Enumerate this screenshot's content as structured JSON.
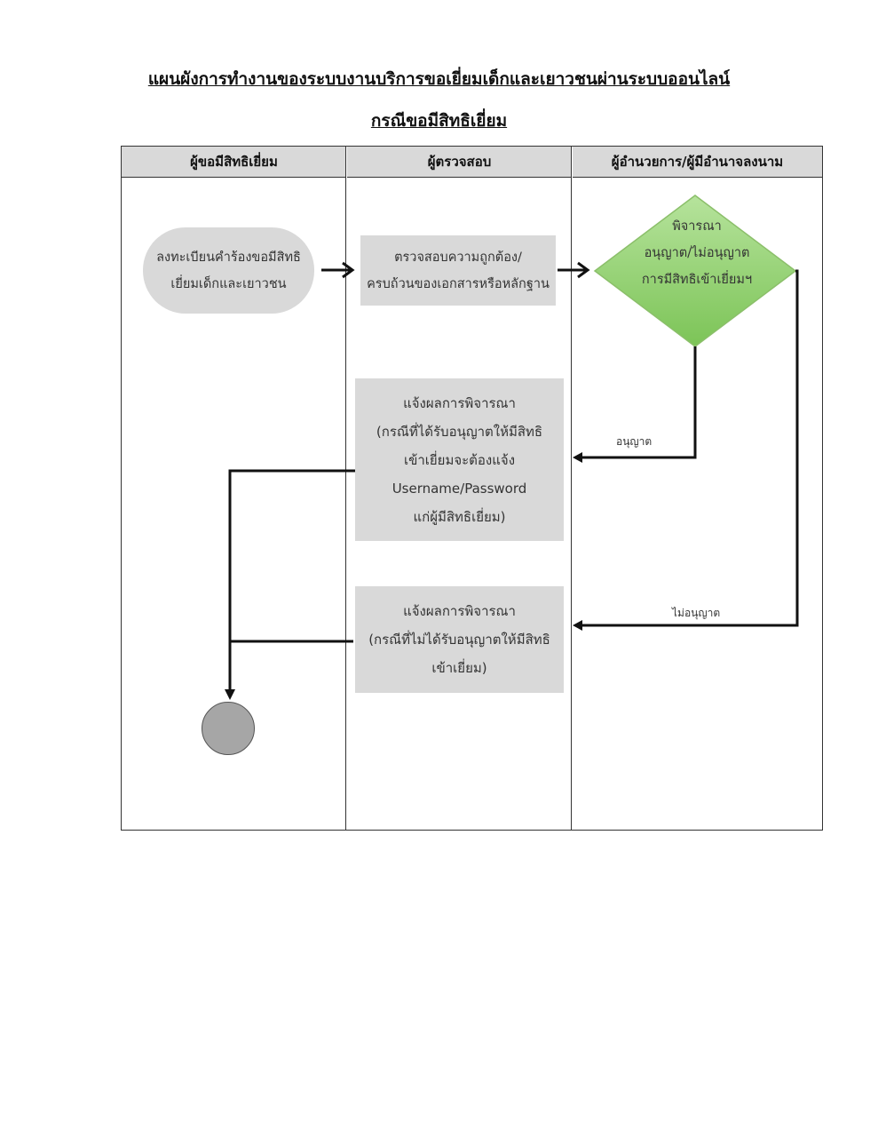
{
  "title": "แผนผังการทำงานของระบบงานบริการขอเยี่ยมเด็กและเยาวชนผ่านระบบออนไลน์",
  "subtitle": "กรณีขอมีสิทธิเยี่ยม",
  "lanes": [
    {
      "label": "ผู้ขอมีสิทธิเยี่ยม"
    },
    {
      "label": "ผู้ตรวจสอบ"
    },
    {
      "label": "ผู้อำนวยการ/ผู้มีอำนาจลงนาม"
    }
  ],
  "nodes": {
    "start": {
      "lines": [
        "ลงทะเบียนคำร้องขอมีสิทธิ",
        "เยี่ยมเด็กและเยาวชน"
      ]
    },
    "check": {
      "lines": [
        "ตรวจสอบความถูกต้อง/",
        "ครบถ้วนของเอกสารหรือหลักฐาน"
      ]
    },
    "decision": {
      "lines": [
        "พิจารณา",
        "อนุญาต/ไม่อนุญาต",
        "การมีสิทธิเข้าเยี่ยมฯ"
      ]
    },
    "notify_approved": {
      "lines": [
        "แจ้งผลการพิจารณา",
        "(กรณีที่ได้รับอนุญาตให้มีสิทธิ",
        "เข้าเยี่ยมจะต้องแจ้ง",
        "Username/Password",
        "แก่ผู้มีสิทธิเยี่ยม)"
      ]
    },
    "notify_denied": {
      "lines": [
        "แจ้งผลการพิจารณา",
        "(กรณีที่ไม่ได้รับอนุญาตให้มีสิทธิ",
        "เข้าเยี่ยม)"
      ]
    }
  },
  "edges": {
    "approved_label": "อนุญาต",
    "denied_label": "ไม่อนุญาต"
  },
  "colors": {
    "box_fill": "#d9d9d9",
    "decision_fill": "#92d36e",
    "end_fill": "#a6a6a6"
  }
}
